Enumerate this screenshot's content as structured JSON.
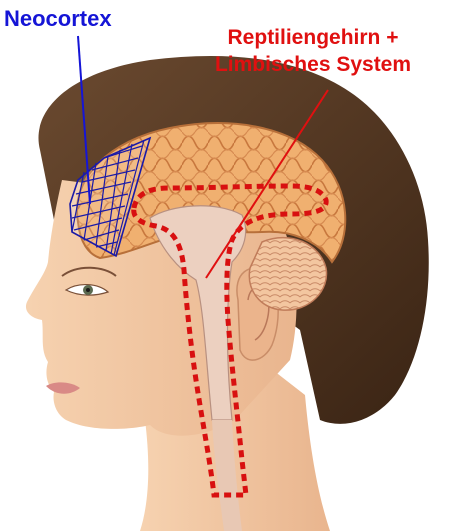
{
  "labels": {
    "neocortex": "Neocortex",
    "reptilian_line1": "Reptiliengehirn +",
    "reptilian_line2": "Limbisches System"
  },
  "colors": {
    "neocortex_label": "#1515d6",
    "reptilian_label": "#e01010",
    "neocortex_grid": "#1a1aa8",
    "reptilian_outline": "#d81010",
    "skin": "#f2c8a4",
    "skin_shadow": "#d9a07a",
    "hair": "#5a3a25",
    "hair_dark": "#3a2414",
    "brain": "#f0b070",
    "brain_dark": "#c8783e",
    "cerebellum": "#f3c6a0",
    "brainstem": "#ecd0c0"
  }
}
